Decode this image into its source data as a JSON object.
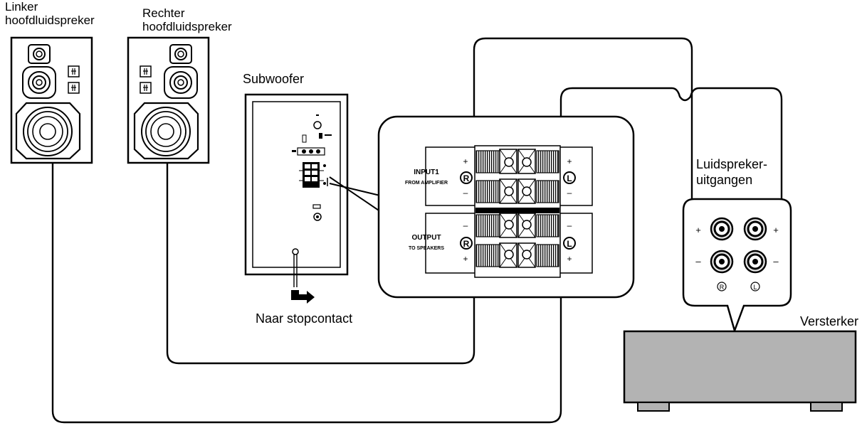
{
  "labels": {
    "left_speaker": [
      "Linker",
      "hoofdluidspreker"
    ],
    "right_speaker": [
      "Rechter",
      "hoofdluidspreker"
    ],
    "subwoofer": "Subwoofer",
    "outlet": "Naar stopcontact",
    "speaker_outputs": [
      "Luidspreker-",
      "uitgangen"
    ],
    "amplifier": "Versterker"
  },
  "terminal_panel": {
    "input_title": "INPUT1",
    "input_sub": "FROM AMPLIFIER",
    "output_title": "OUTPUT",
    "output_sub": "TO SPEAKERS",
    "right_mark": "R",
    "left_mark": "L",
    "plus": "+",
    "minus": "–"
  },
  "amp_terminals": {
    "plus": "+",
    "minus": "–",
    "right_mark": "R",
    "left_mark": "L"
  },
  "colors": {
    "line": "#000000",
    "amplifier_body": "#b3b3b3",
    "terminal_fill": "#e6e6e6"
  }
}
